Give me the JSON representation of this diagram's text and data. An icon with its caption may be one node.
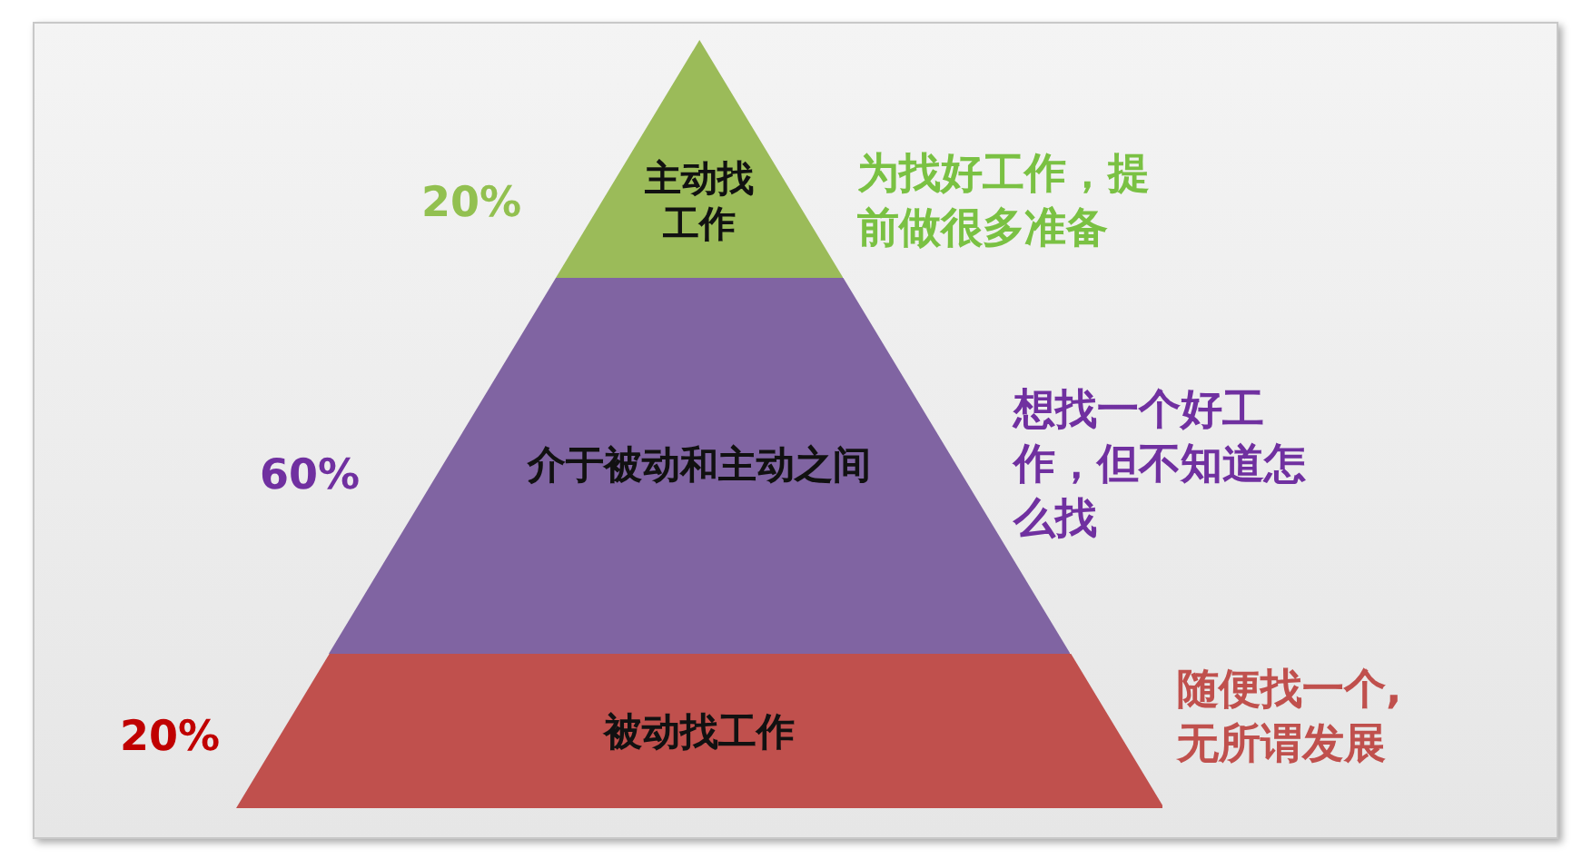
{
  "diagram": {
    "nodes": [
      {
        "text": [
          "主动找工作"
        ],
        "beside": [
          "20%",
          "为找好工作，提前做很多准备"
        ]
      },
      {
        "text": [
          "介于被动和主动之间"
        ],
        "beside": [
          "60%",
          "想找一个好工作，但不知道怎么找"
        ]
      },
      {
        "text": [
          "被动找工作"
        ],
        "beside": [
          "20%",
          "随便找一个,无所谓发展"
        ]
      }
    ]
  }
}
